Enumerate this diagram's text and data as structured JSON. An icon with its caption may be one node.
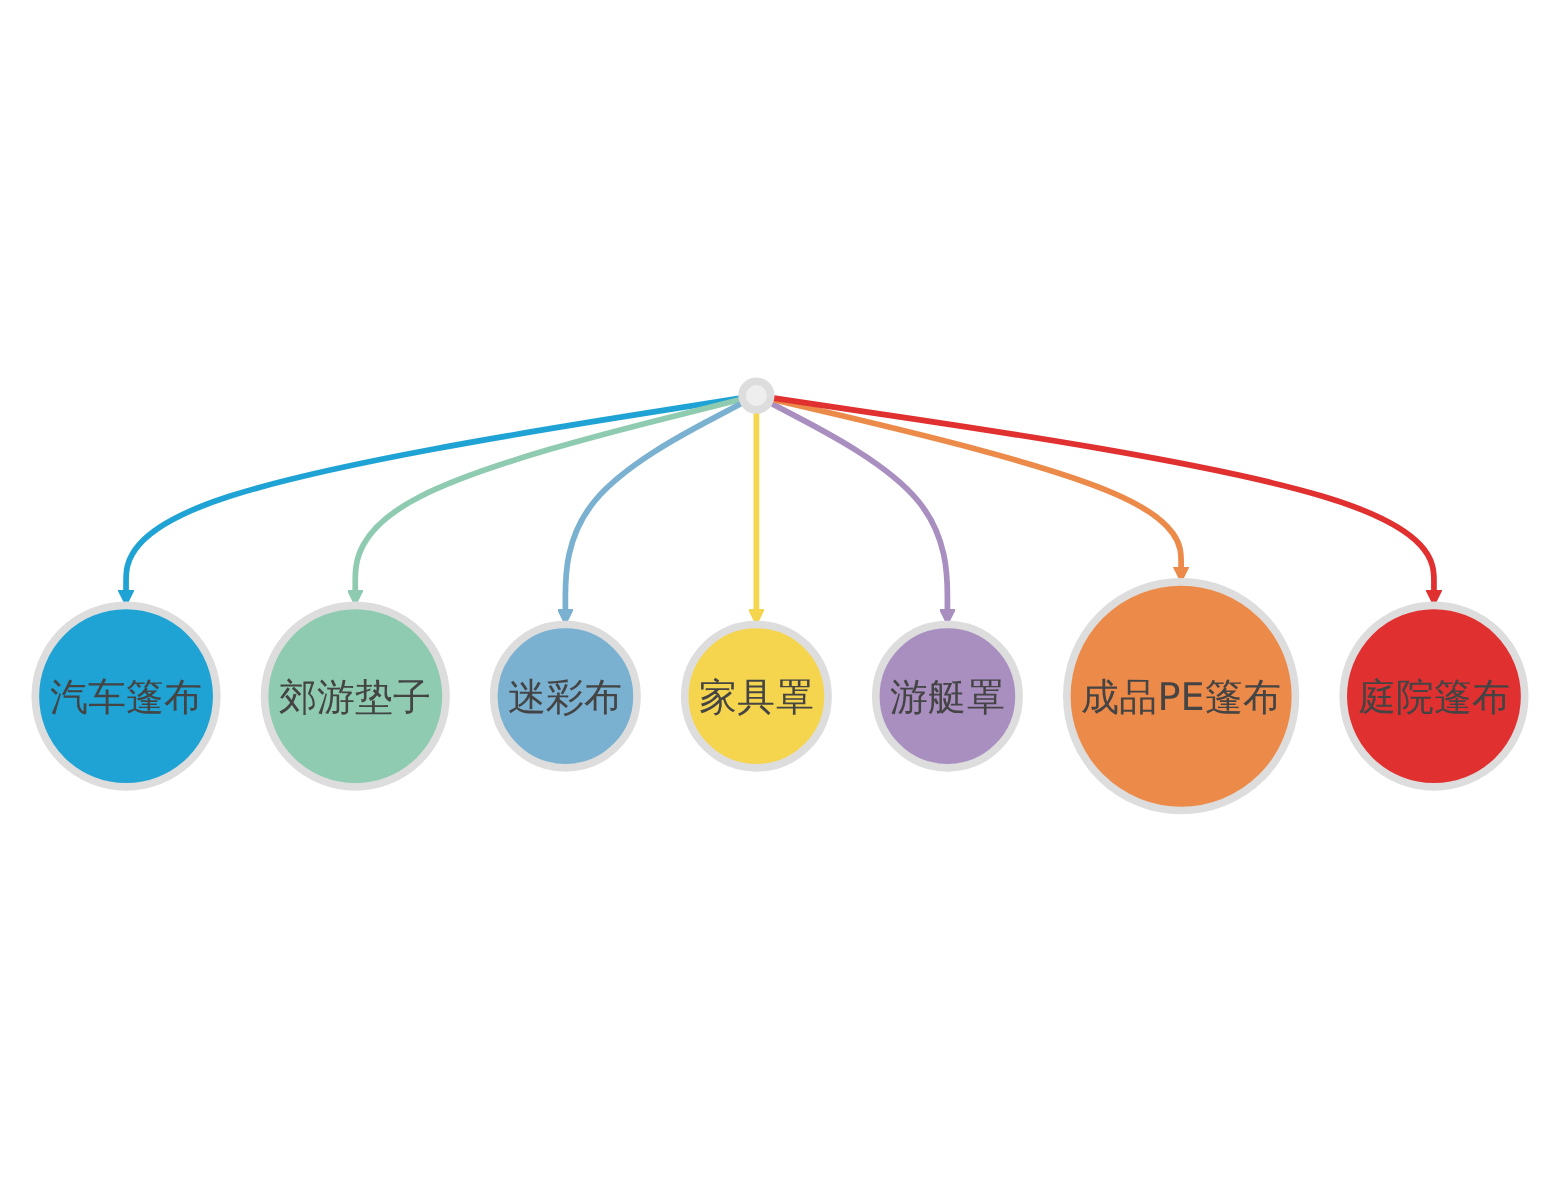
{
  "diagram": {
    "nodes": [
      {
        "text": [],
        "shape": "circle"
      },
      {
        "text": [
          "汽车篷布"
        ]
      },
      {
        "text": [
          "郊游垫子"
        ]
      },
      {
        "text": [
          "迷彩布"
        ]
      },
      {
        "text": [
          "家具罩"
        ]
      },
      {
        "text": [
          "游艇罩"
        ]
      },
      {
        "text": [
          "成品PE篷布"
        ]
      },
      {
        "text": [
          "庭院篷布"
        ]
      }
    ],
    "edges": [
      {
        "from": 0,
        "to": 1,
        "arrow": "to",
        "color": "#1fa3d4"
      },
      {
        "from": 0,
        "to": 2,
        "arrow": "to",
        "color": "#8fcbb0"
      },
      {
        "from": 0,
        "to": 3,
        "arrow": "to",
        "color": "#7ab0d0"
      },
      {
        "from": 0,
        "to": 4,
        "arrow": "to",
        "color": "#f5d44e"
      },
      {
        "from": 0,
        "to": 5,
        "arrow": "to",
        "color": "#a98fc0"
      },
      {
        "from": 0,
        "to": 6,
        "arrow": "to",
        "color": "#ec8a4a"
      },
      {
        "from": 0,
        "to": 7,
        "arrow": "to",
        "color": "#e03030"
      }
    ]
  }
}
